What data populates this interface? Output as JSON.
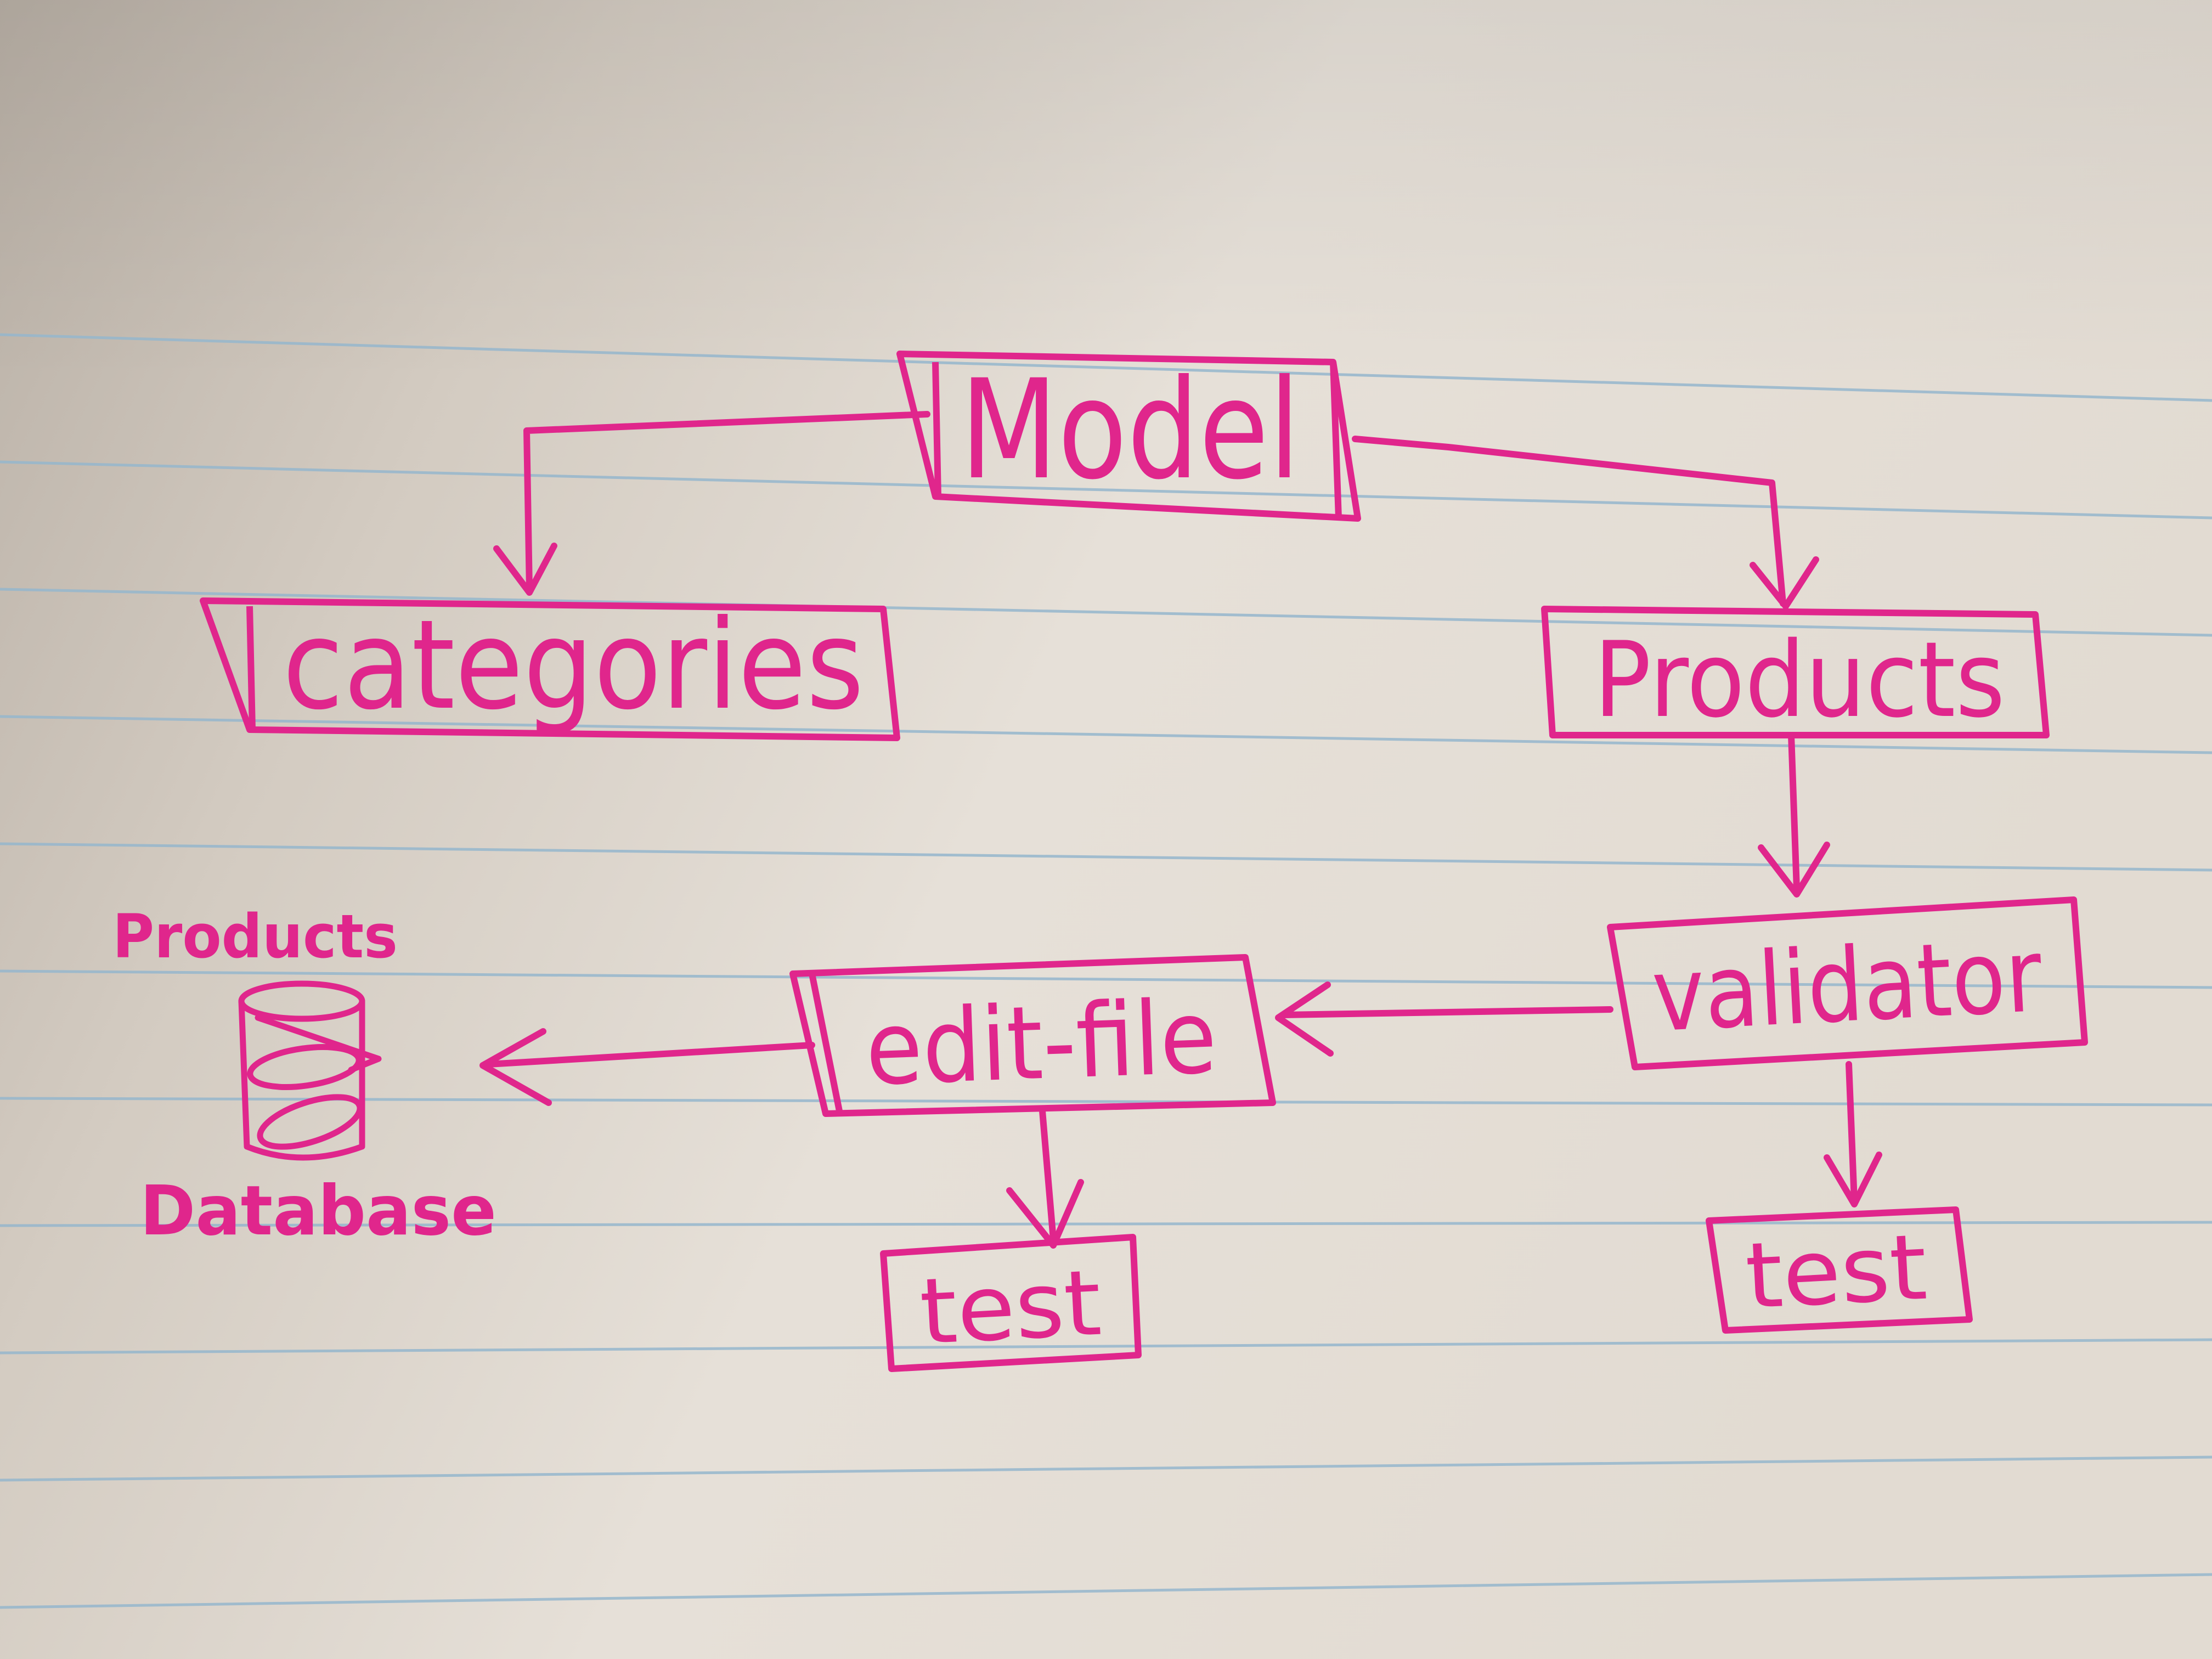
{
  "colors": {
    "ink": "#e0268c",
    "paper_light": "#ebe6de",
    "paper_mid": "#d7cfc5",
    "paper_dark": "#b1a89e",
    "rule_line": "#96b7cd"
  },
  "nodes": {
    "model": "Model",
    "categories": "categories",
    "products": "Products",
    "validator": "validator",
    "edit_file": "edit-file",
    "test_left": "test",
    "test_right": "test"
  },
  "database": {
    "top_label": "Products",
    "bottom_label": "Database",
    "icon": "database-cylinder-icon"
  }
}
